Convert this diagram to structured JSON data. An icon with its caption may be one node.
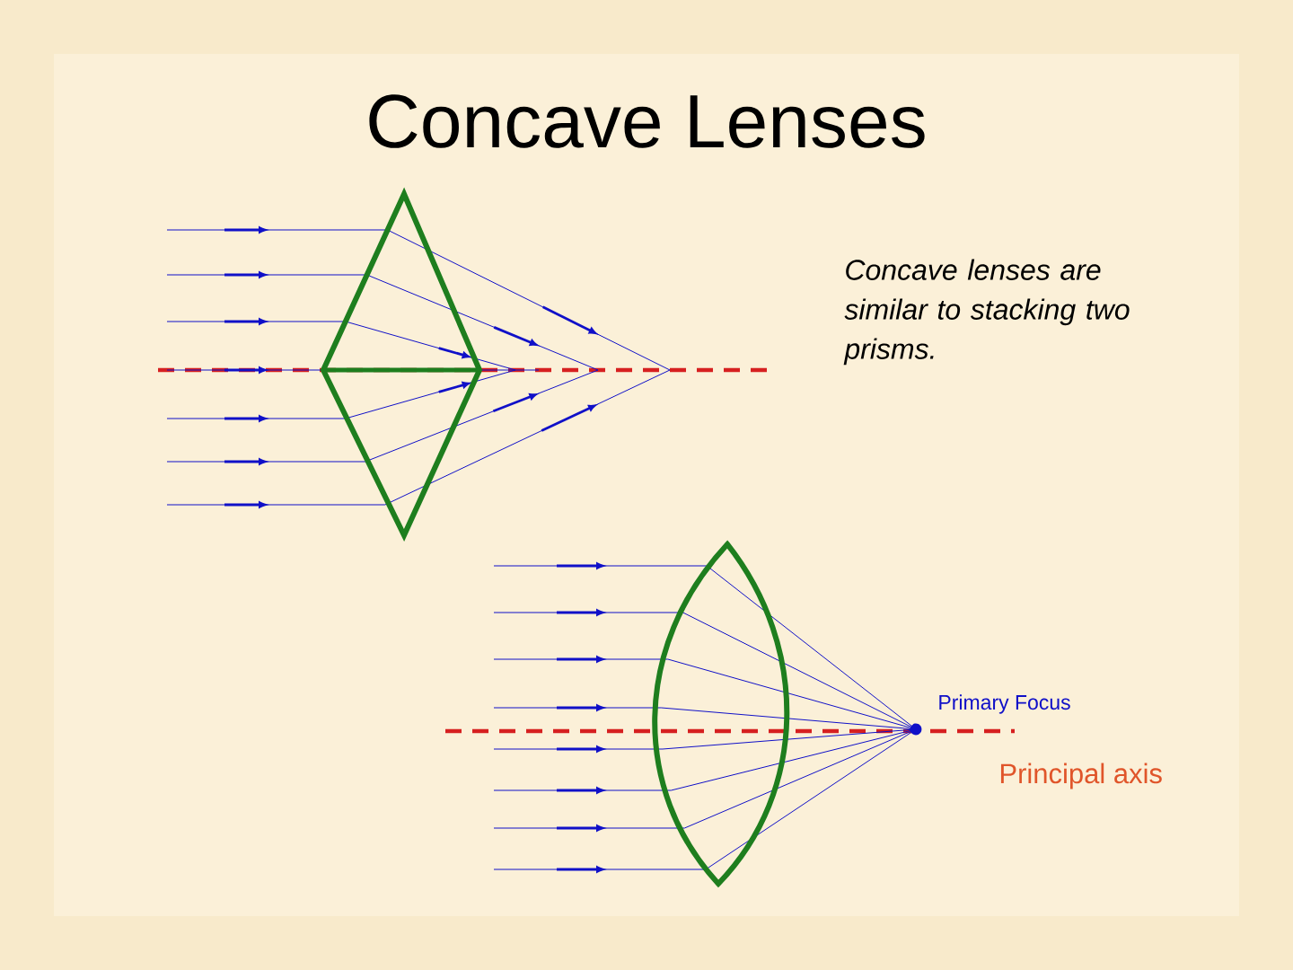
{
  "diagram": {
    "title": "Concave Lenses",
    "labels": [
      "Concave lenses are similar to stacking two prisms.",
      "Primary Focus",
      "Principal axis"
    ]
  }
}
